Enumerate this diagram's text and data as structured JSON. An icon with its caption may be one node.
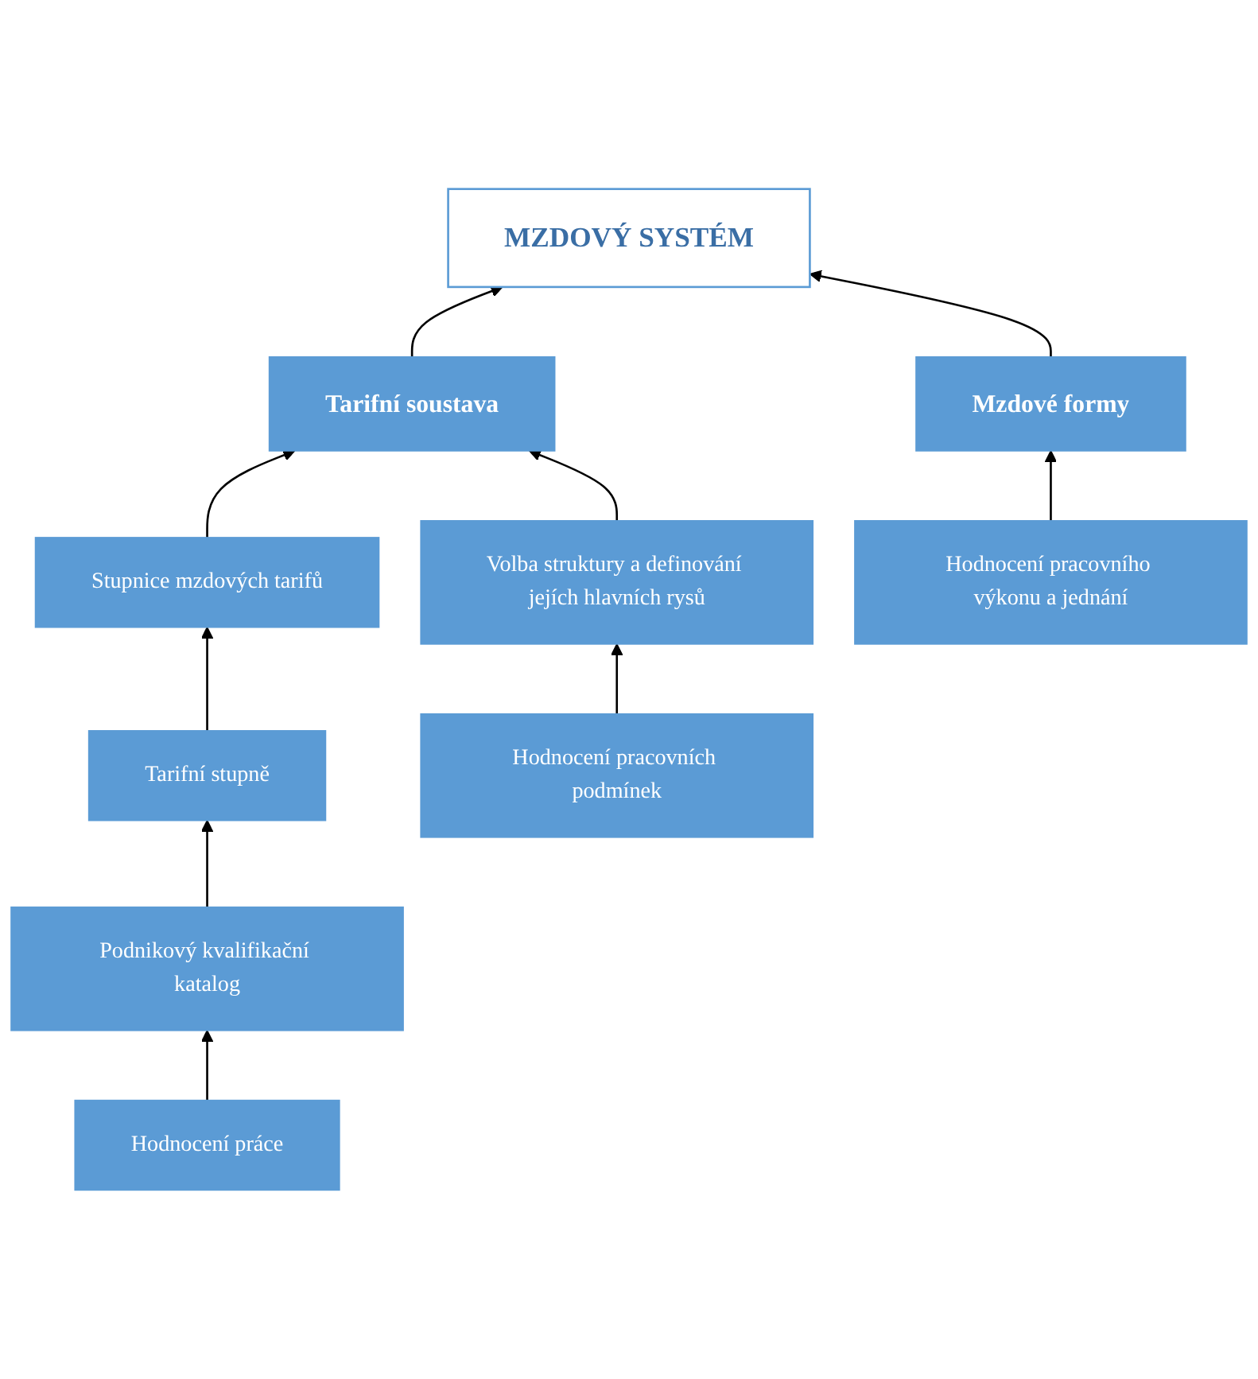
{
  "diagram": {
    "nodes": [
      {
        "text": [
          "MZDOVÝ SYSTÉM"
        ]
      },
      {
        "text": [
          "Tarifní soustava"
        ]
      },
      {
        "text": [
          "Mzdové formy"
        ]
      },
      {
        "text": [
          "Stupnice mzdových tarifů"
        ]
      },
      {
        "text": [
          "Volba struktury a definování jejích hlavních rysů"
        ]
      },
      {
        "text": [
          "Tarifní stupně"
        ]
      },
      {
        "text": [
          "Podnikový kvalifikační katalog"
        ]
      },
      {
        "text": [
          "Hodnocení práce"
        ]
      },
      {
        "text": [
          "Hodnocení pracovních podmínek"
        ]
      },
      {
        "text": [
          "Hodnocení pracovního výkonu a jednání"
        ]
      }
    ],
    "edges": [
      {
        "from": 1,
        "to": 0,
        "arrow": "to"
      },
      {
        "from": 2,
        "to": 0,
        "arrow": "to"
      },
      {
        "from": 3,
        "to": 1,
        "arrow": "to"
      },
      {
        "from": 4,
        "to": 1,
        "arrow": "to"
      },
      {
        "from": 5,
        "to": 3,
        "arrow": "to"
      },
      {
        "from": 6,
        "to": 5,
        "arrow": "to"
      },
      {
        "from": 7,
        "to": 6,
        "arrow": "to"
      },
      {
        "from": 8,
        "to": 4,
        "arrow": "to"
      },
      {
        "from": 9,
        "to": 2,
        "arrow": "to"
      }
    ]
  }
}
